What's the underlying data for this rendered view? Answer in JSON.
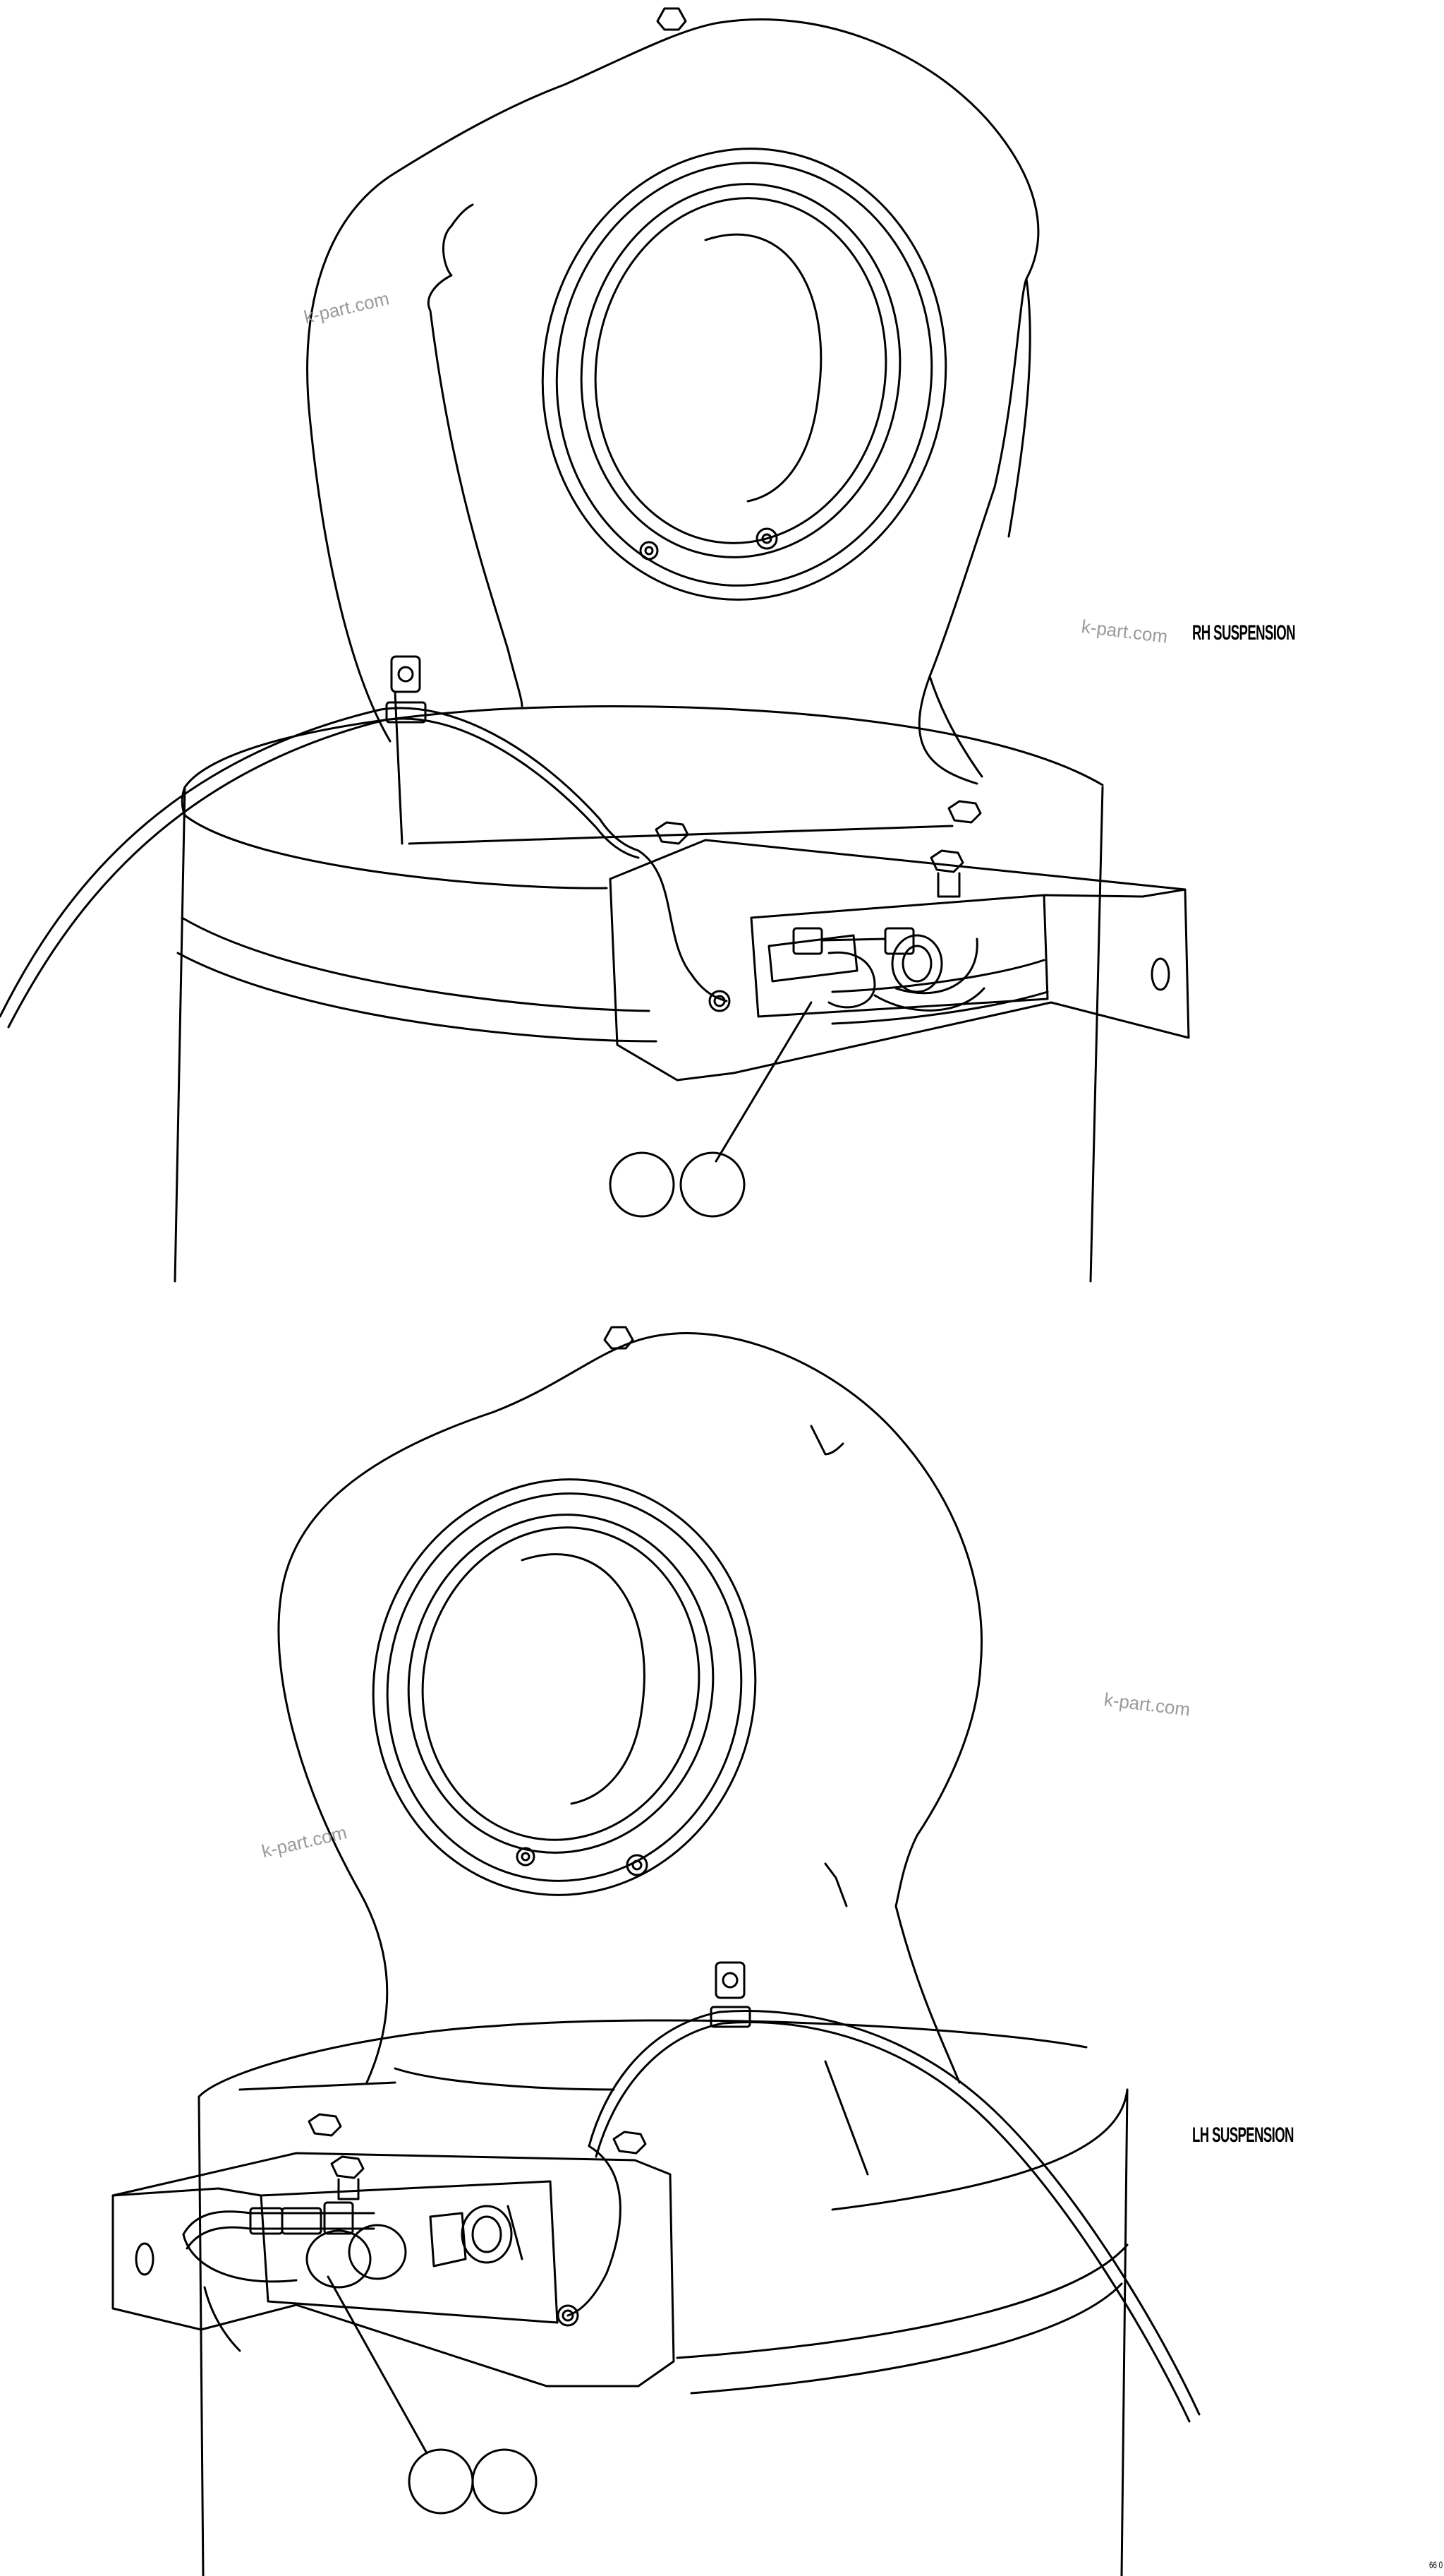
{
  "views": [
    {
      "id": "rh",
      "title": "RH SUSPENSION",
      "callout_numbers": [
        "",
        ""
      ]
    },
    {
      "id": "lh",
      "title": "LH SUSPENSION",
      "callout_numbers": [
        "",
        ""
      ]
    }
  ],
  "watermarks": [
    "k-part.com",
    "k-part.com",
    "k-part.com",
    "k-part.com"
  ],
  "sheet_reference": "66 0",
  "colors": {
    "line": "#000000",
    "watermark": "#9a9a9a",
    "background": "#ffffff"
  }
}
